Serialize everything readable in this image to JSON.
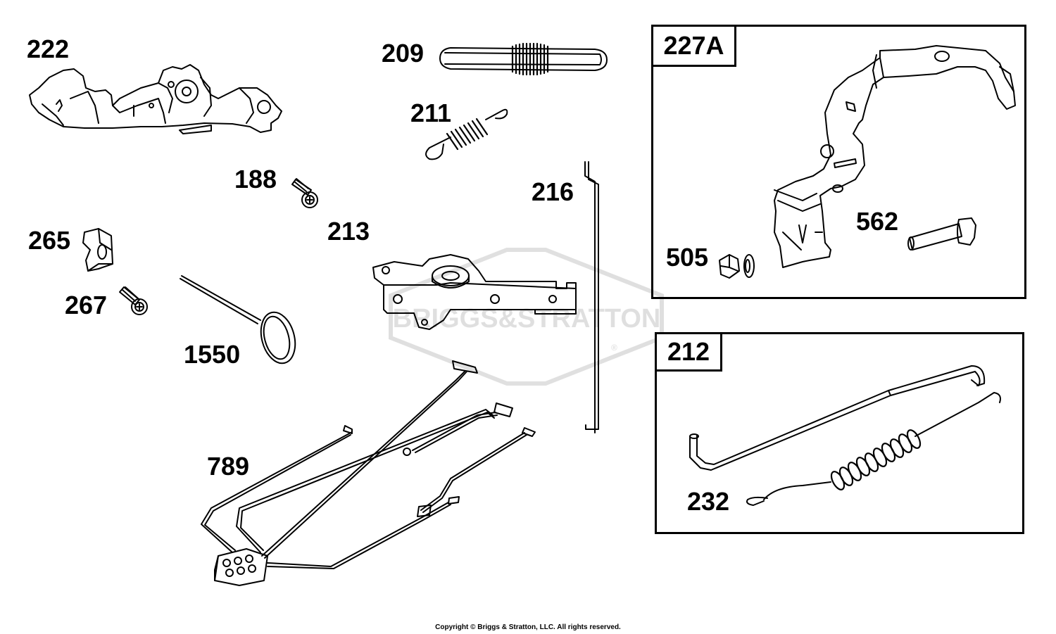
{
  "parts": {
    "p222": "222",
    "p209": "209",
    "p211": "211",
    "p188": "188",
    "p216": "216",
    "p213": "213",
    "p265": "265",
    "p267": "267",
    "p1550": "1550",
    "p789": "789",
    "p505": "505",
    "p562": "562",
    "p232": "232"
  },
  "boxes": {
    "box227A": "227A",
    "box212": "212"
  },
  "watermark": "BRIGGS&STRATTON",
  "watermark_mark": "®",
  "copyright": "Copyright © Briggs & Stratton, LLC. All rights reserved."
}
